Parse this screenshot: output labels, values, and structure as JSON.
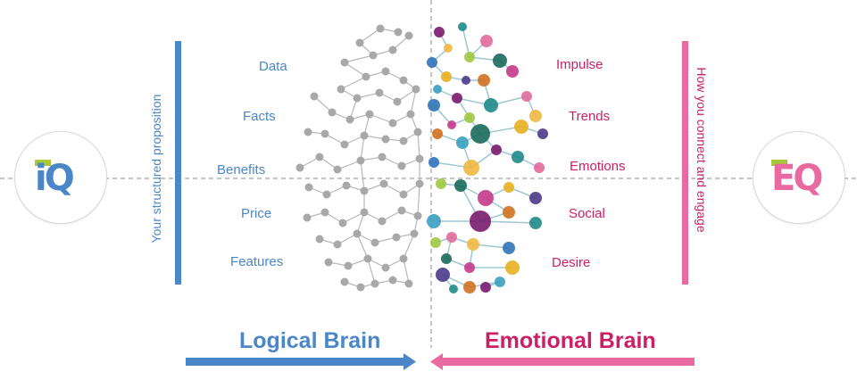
{
  "left": {
    "labels": [
      "Data",
      "Facts",
      "Benefits",
      "Price",
      "Features"
    ],
    "vertical_text": "Your structured proposition",
    "logo": "iQ",
    "title": "Logical Brain",
    "color": "#4a86c8"
  },
  "right": {
    "labels": [
      "Impulse",
      "Trends",
      "Emotions",
      "Social",
      "Desire"
    ],
    "vertical_text": "How you connect and engage",
    "logo": "EQ",
    "title": "Emotional Brain",
    "color": "#cc1f66"
  },
  "colors": {
    "blue": "#4a86c8",
    "magenta": "#cc1f66",
    "pink": "#e86aa1",
    "logo_accent": "#a8c83a",
    "node_grey": "#a8a8a8"
  }
}
